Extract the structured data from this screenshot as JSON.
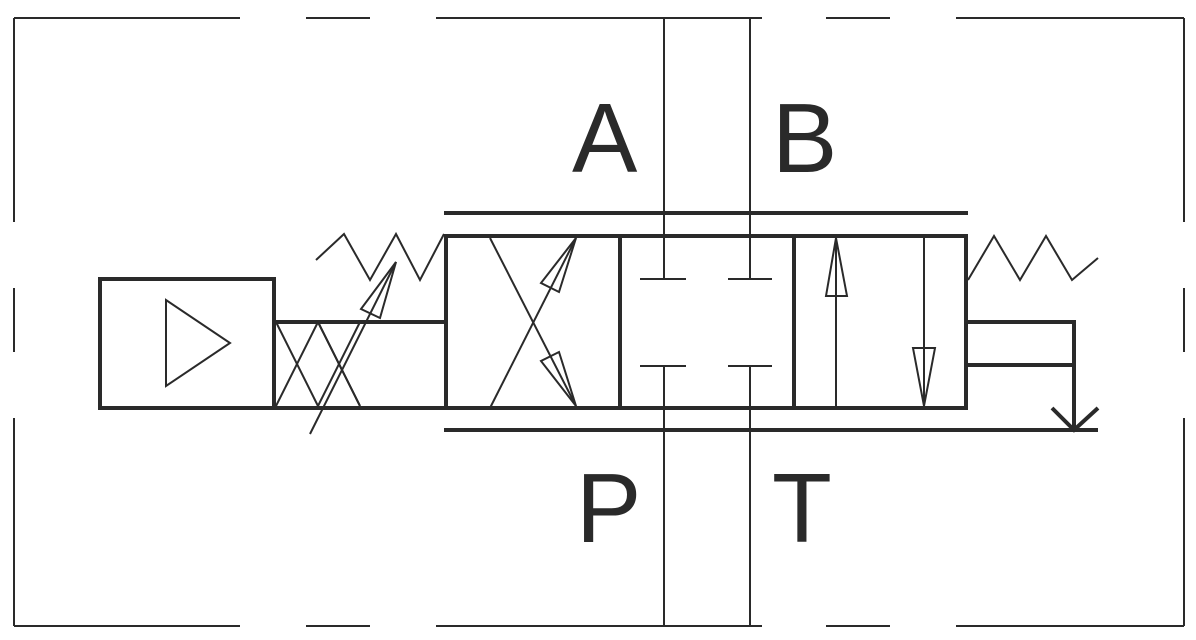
{
  "ports": {
    "a": "A",
    "b": "B",
    "p": "P",
    "t": "T"
  },
  "colors": {
    "line": "#2a2a2a",
    "background": "#ffffff"
  },
  "icons": {
    "pilot": "triangle-pilot-icon",
    "spring": "spring-icon",
    "tank": "tank-drain-icon",
    "flow_arrow": "flow-arrow-icon"
  }
}
